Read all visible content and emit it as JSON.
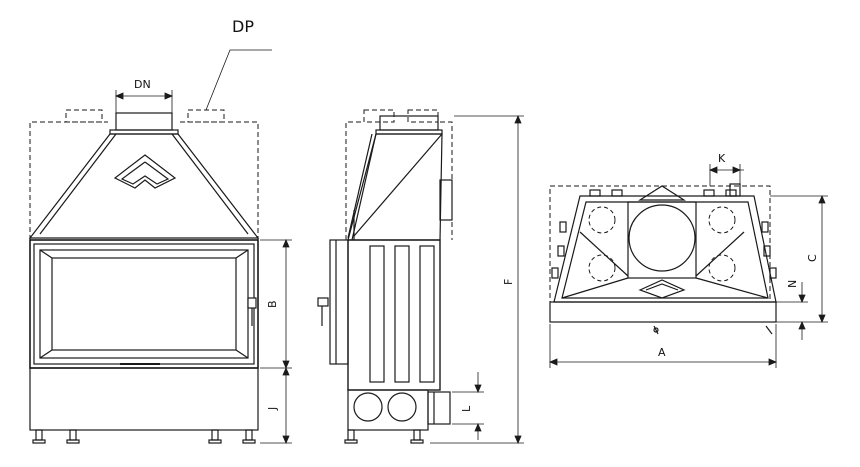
{
  "labels": {
    "dp": "DP",
    "dn": "DN",
    "b": "B",
    "j": "J",
    "f": "F",
    "l": "L",
    "k": "K",
    "c": "C",
    "n": "N",
    "a": "A"
  },
  "colors": {
    "line": "#1a1a1a",
    "dashed": "#444444",
    "fill_light": "#ffffff"
  }
}
